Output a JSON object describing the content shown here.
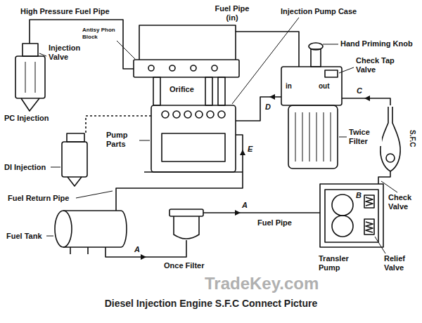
{
  "diagram": {
    "caption": "Diesel Injection Engine S.F.C Connect Picture",
    "labels": [
      "High Pressure Fuel Pipe",
      "Fuel Pipe (in)",
      "Injection Pump Case",
      "Antisy Phon Block",
      "Hand Priming Knob",
      "Injection Valve",
      "Check Tap Valve",
      "in",
      "out",
      "C",
      "Orifice",
      "PC Injection",
      "D",
      "Pump Parts",
      "Twice Filter",
      "S.F.C",
      "DI Injection",
      "E",
      "Fuel Return Pipe",
      "B",
      "Check Valve",
      "A",
      "Fuel Pipe",
      "Fuel Tank",
      "A",
      "Once Filter",
      "Transler Pump",
      "Relief Valve",
      "TradeKey.com"
    ]
  }
}
